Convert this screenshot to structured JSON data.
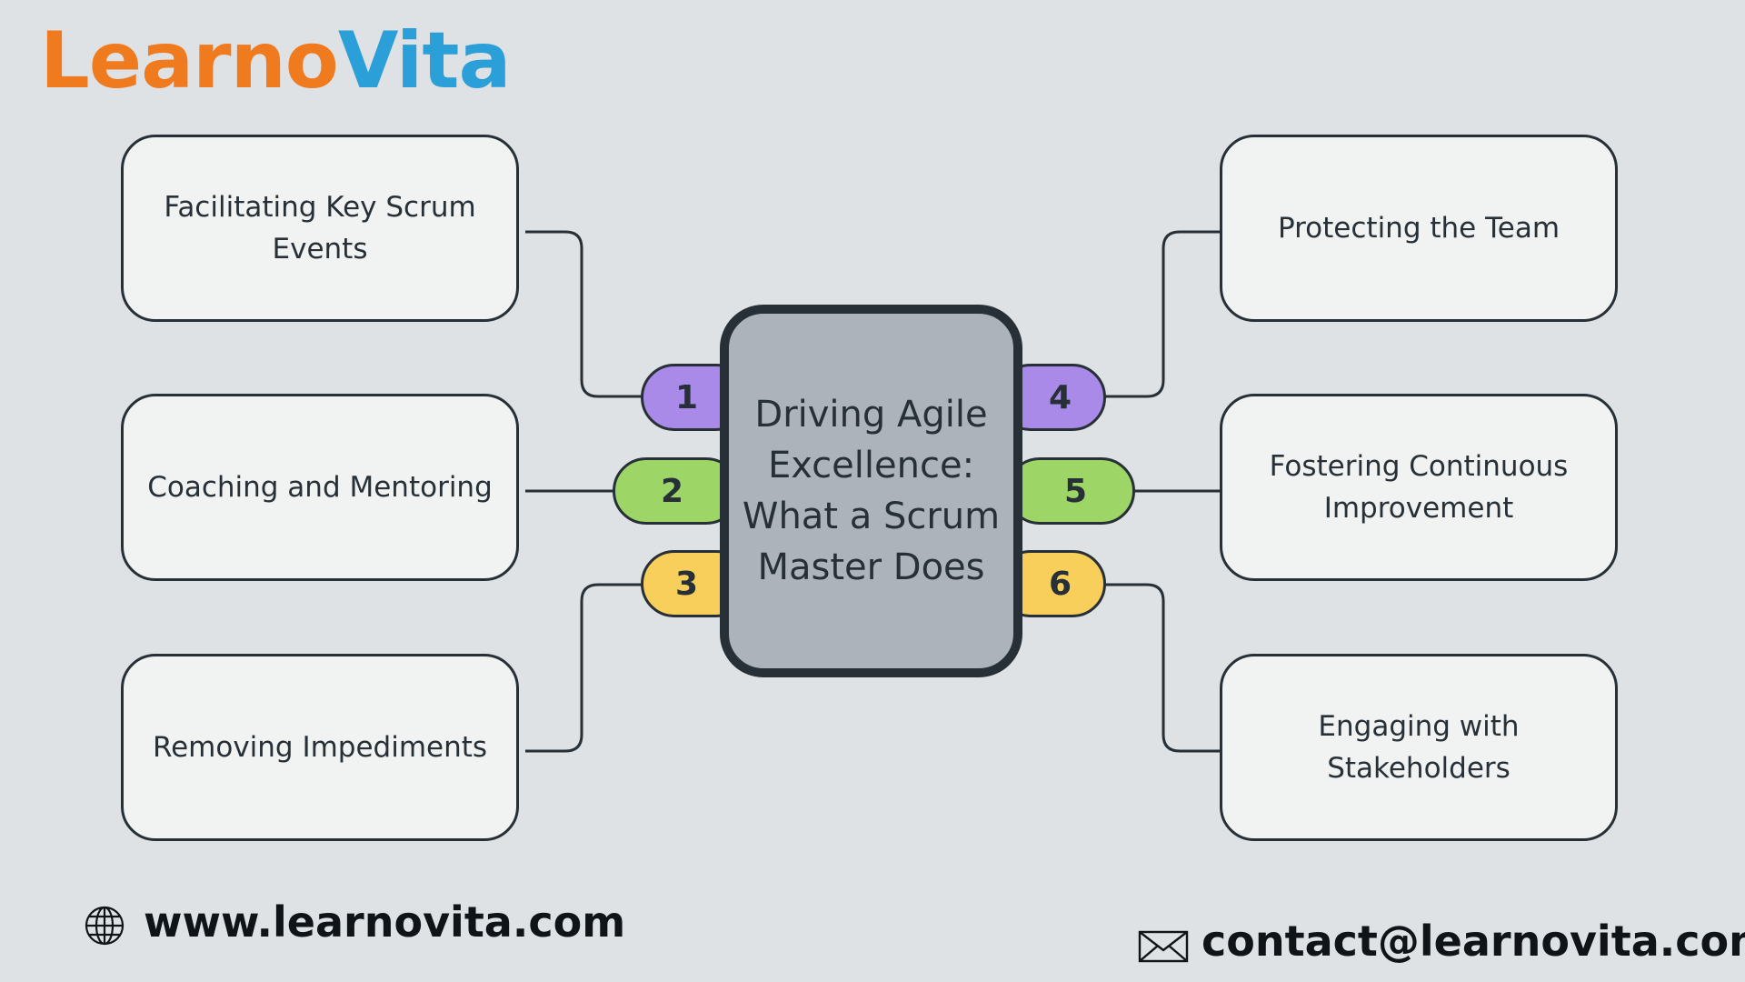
{
  "logo": {
    "part1": "Learno",
    "part2": "Vita",
    "color_orange": "#f07a1e",
    "color_blue": "#2a9fd8"
  },
  "center_title": "Driving Agile Excellence: What a Scrum Master Does",
  "items": [
    {
      "number": "1",
      "label": "Facilitating Key Scrum Events",
      "color": "#a98ae9"
    },
    {
      "number": "2",
      "label": "Coaching and Mentoring",
      "color": "#9dd667"
    },
    {
      "number": "3",
      "label": "Removing Impediments",
      "color": "#f8cf5b"
    },
    {
      "number": "4",
      "label": "Protecting the Team",
      "color": "#a98ae9"
    },
    {
      "number": "5",
      "label": "Fostering Continuous Improvement",
      "color": "#9dd667"
    },
    {
      "number": "6",
      "label": "Engaging with Stakeholders",
      "color": "#f8cf5b"
    }
  ],
  "footer": {
    "website": "www.learnovita.com",
    "email": "contact@learnovita.com",
    "globe_icon": "globe-icon",
    "mail_icon": "envelope-icon"
  }
}
